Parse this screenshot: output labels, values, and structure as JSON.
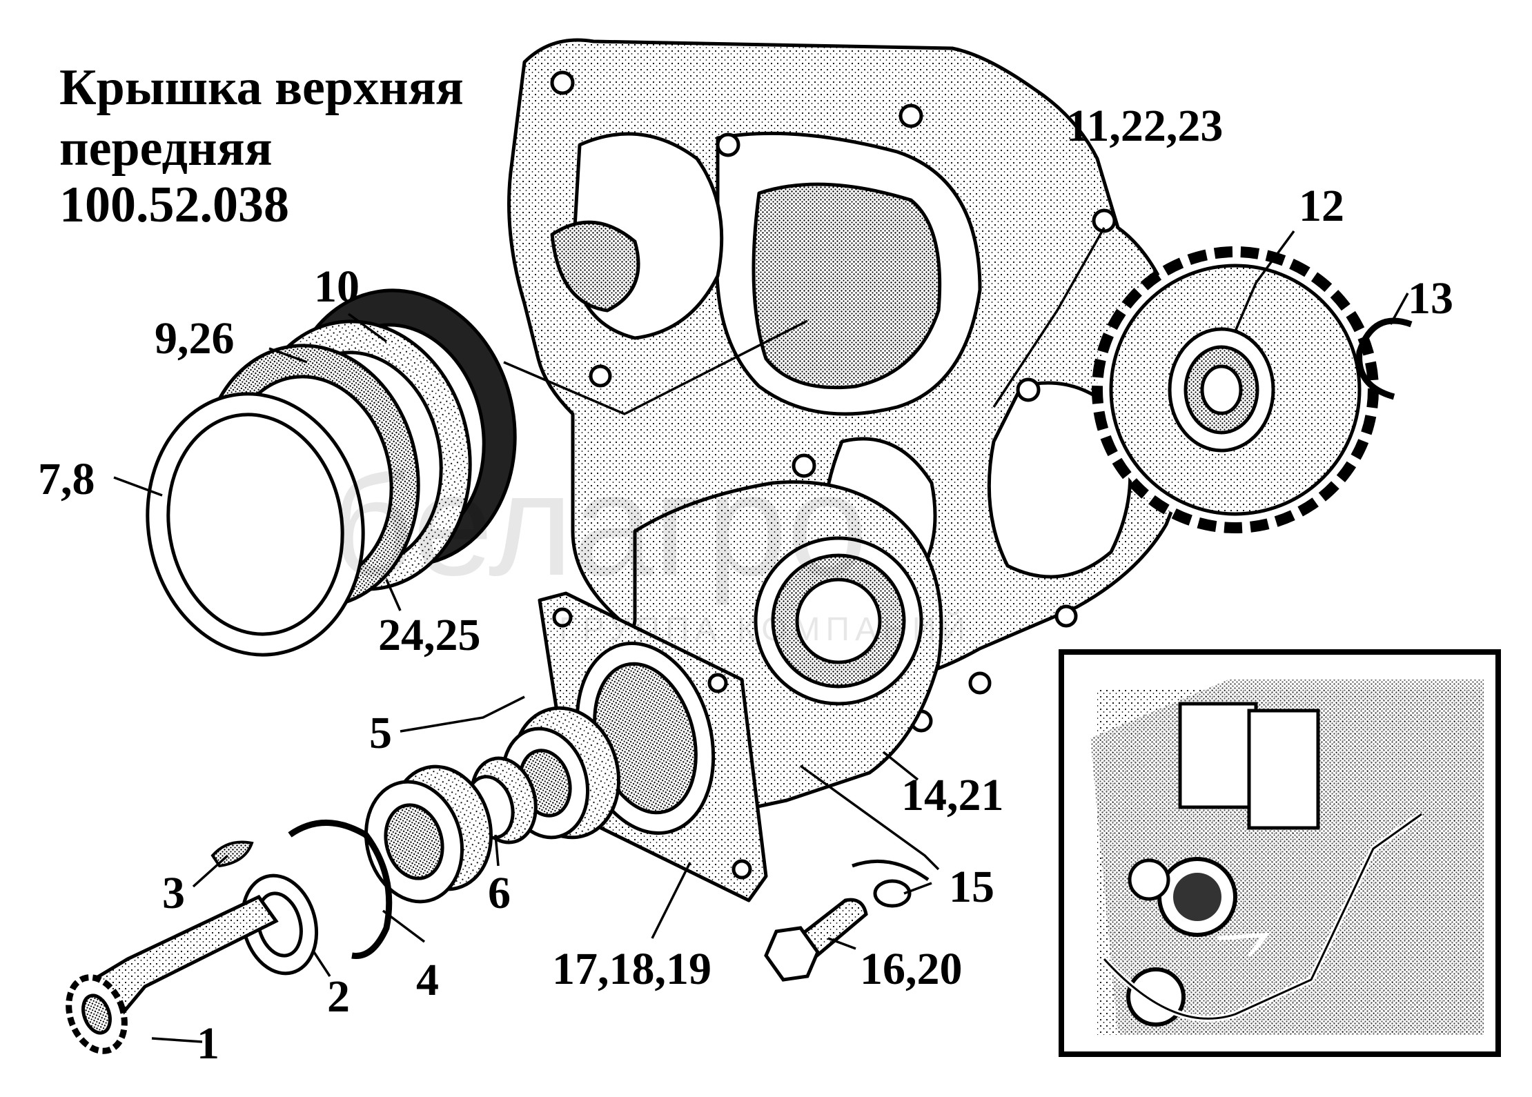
{
  "title": {
    "line1": "Крышка верхняя",
    "line2": "передняя",
    "line3": "100.52.038"
  },
  "callouts": {
    "c_11_22_23": "11,22,23",
    "c_12": "12",
    "c_13": "13",
    "c_10": "10",
    "c_9_26": "9,26",
    "c_7_8": "7,8",
    "c_24_25": "24,25",
    "c_5": "5",
    "c_14_21": "14,21",
    "c_3": "3",
    "c_6": "6",
    "c_15": "15",
    "c_4": "4",
    "c_17_18_19": "17,18,19",
    "c_16_20": "16,20",
    "c_2": "2",
    "c_1": "1"
  },
  "watermark": {
    "brand": "белагро",
    "subtitle": "ГРУППА КОМПАНИЙ"
  },
  "colors": {
    "ink": "#000000",
    "paper": "#ffffff"
  }
}
